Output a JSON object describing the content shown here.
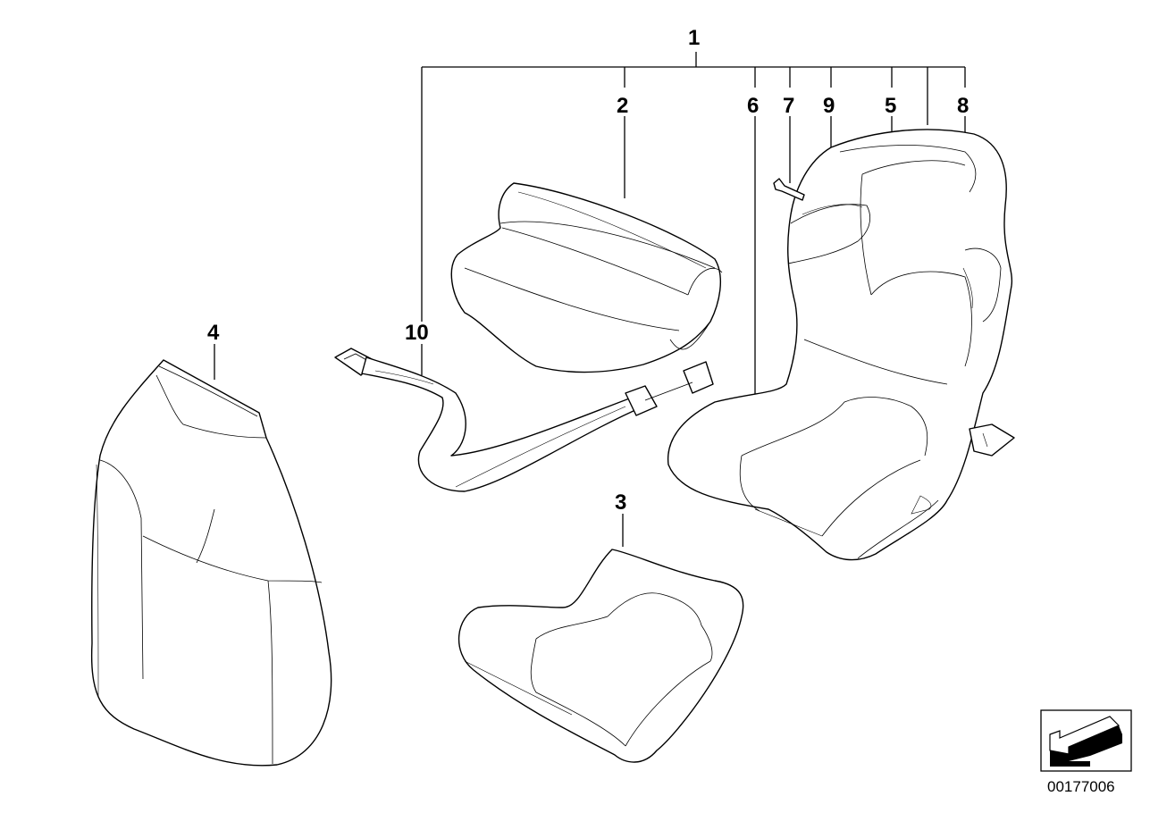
{
  "callouts": [
    {
      "label": "1"
    },
    {
      "label": "2"
    },
    {
      "label": "3"
    },
    {
      "label": "4"
    },
    {
      "label": "5"
    },
    {
      "label": "6"
    },
    {
      "label": "7"
    },
    {
      "label": "8"
    },
    {
      "label": "9"
    },
    {
      "label": "10"
    }
  ],
  "diagram_code": "00177006",
  "icon": "direction-arrow-icon"
}
